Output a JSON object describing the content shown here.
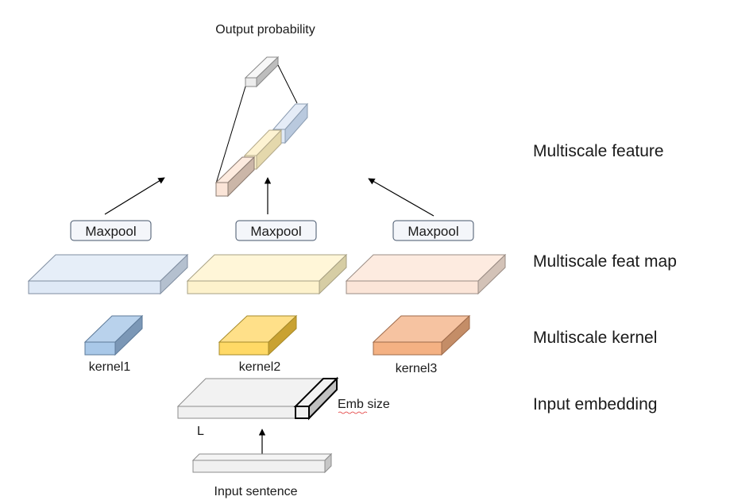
{
  "labels": {
    "output_probability": "Output probability",
    "multiscale_feature": "Multiscale feature",
    "multiscale_feat_map": "Multiscale feat map",
    "multiscale_kernel": "Multiscale kernel",
    "input_embedding": "Input embedding",
    "emb_size": "Emb size",
    "length": "L",
    "input_sentence": "Input sentence"
  },
  "maxpool": [
    "Maxpool",
    "Maxpool",
    "Maxpool"
  ],
  "kernels": [
    "kernel1",
    "kernel2",
    "kernel3"
  ],
  "colors": {
    "blue_light": "#dfe9f6",
    "yellow_light": "#fdf2cc",
    "peach_light": "#fbe5d8",
    "blue_kernel": "#a9c8e8",
    "yellow_kernel": "#ffd966",
    "orange_kernel": "#f4b183",
    "gray_light": "#f0f0f0",
    "output_gray": "#ececec"
  }
}
